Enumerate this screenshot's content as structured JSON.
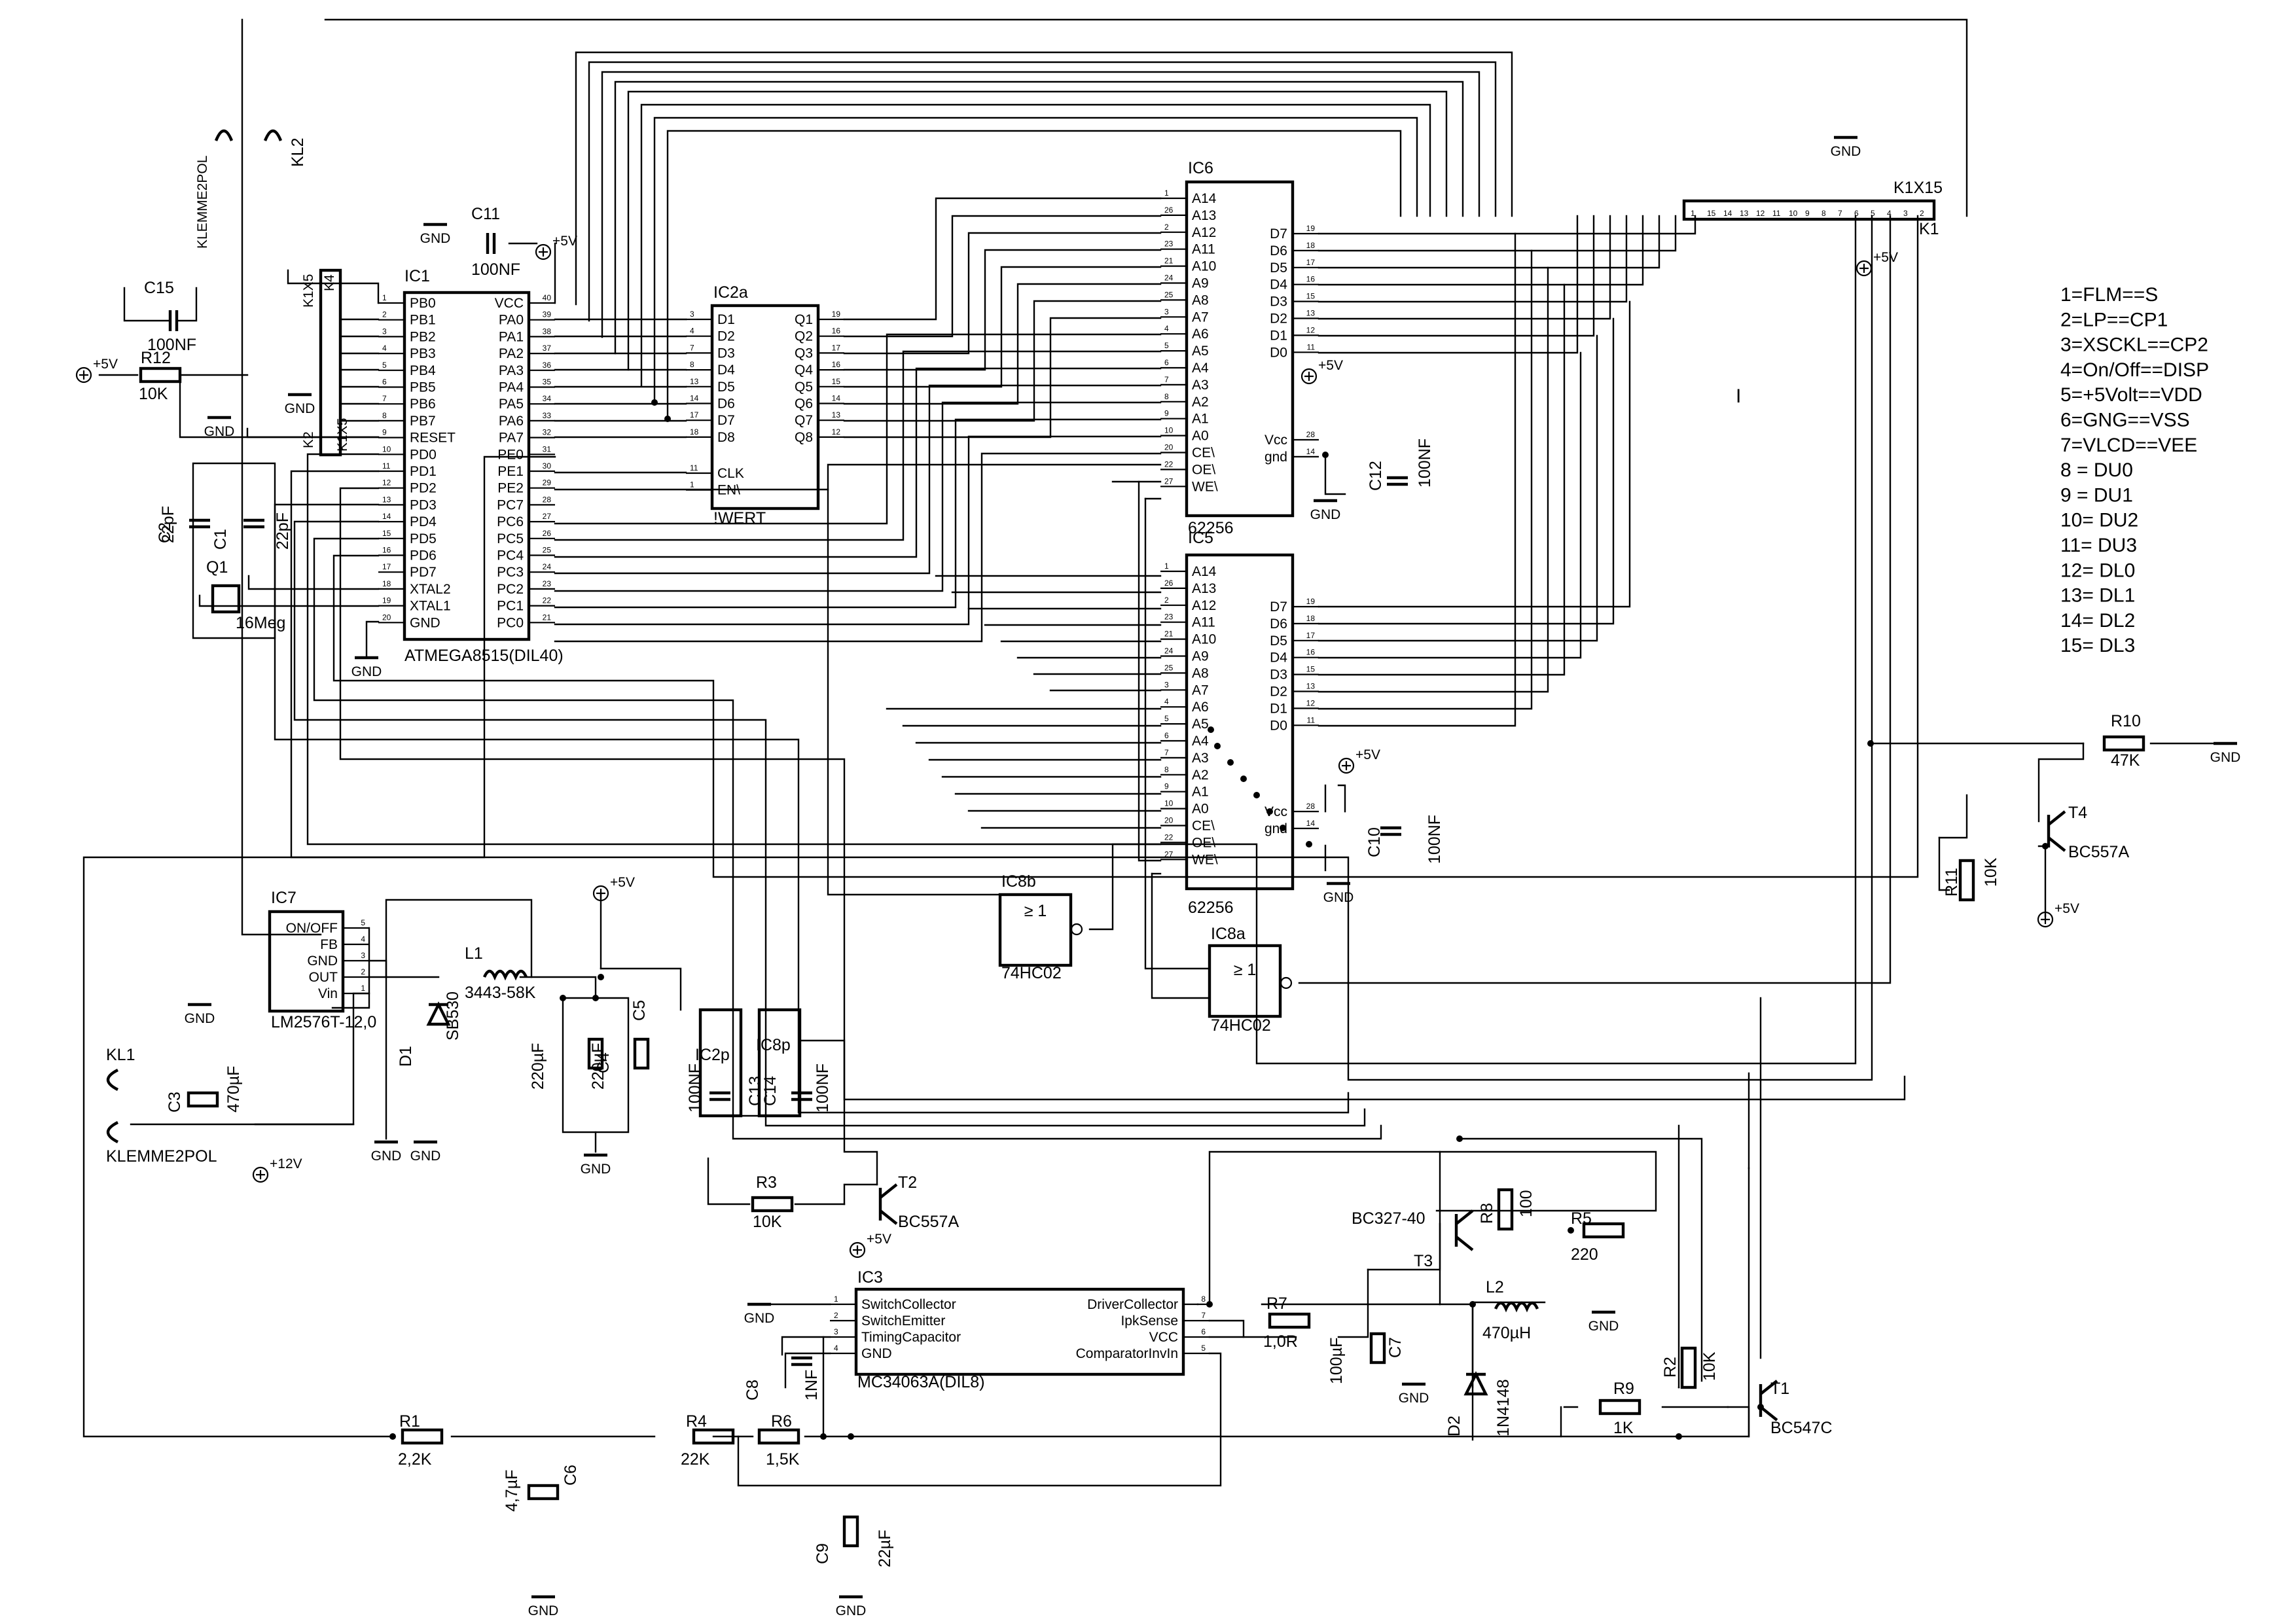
{
  "ics": {
    "ic1": {
      "ref": "IC1",
      "value": "ATMEGA8515(DIL40)",
      "left_pins": [
        [
          "PB0",
          "1"
        ],
        [
          "PB1",
          "2"
        ],
        [
          "PB2",
          "3"
        ],
        [
          "PB3",
          "4"
        ],
        [
          "PB4",
          "5"
        ],
        [
          "PB5",
          "6"
        ],
        [
          "PB6",
          "7"
        ],
        [
          "PB7",
          "8"
        ],
        [
          "RESET",
          "9"
        ],
        [
          "PD0",
          "10"
        ],
        [
          "PD1",
          "11"
        ],
        [
          "PD2",
          "12"
        ],
        [
          "PD3",
          "13"
        ],
        [
          "PD4",
          "14"
        ],
        [
          "PD5",
          "15"
        ],
        [
          "PD6",
          "16"
        ],
        [
          "PD7",
          "17"
        ],
        [
          "XTAL2",
          "18"
        ],
        [
          "XTAL1",
          "19"
        ],
        [
          "GND",
          "20"
        ]
      ],
      "right_pins": [
        [
          "VCC",
          "40"
        ],
        [
          "PA0",
          "39"
        ],
        [
          "PA1",
          "38"
        ],
        [
          "PA2",
          "37"
        ],
        [
          "PA3",
          "36"
        ],
        [
          "PA4",
          "35"
        ],
        [
          "PA5",
          "34"
        ],
        [
          "PA6",
          "33"
        ],
        [
          "PA7",
          "32"
        ],
        [
          "PE0",
          "31"
        ],
        [
          "PE1",
          "30"
        ],
        [
          "PE2",
          "29"
        ],
        [
          "PC7",
          "28"
        ],
        [
          "PC6",
          "27"
        ],
        [
          "PC5",
          "26"
        ],
        [
          "PC4",
          "25"
        ],
        [
          "PC3",
          "24"
        ],
        [
          "PC2",
          "23"
        ],
        [
          "PC1",
          "22"
        ],
        [
          "PC0",
          "21"
        ]
      ]
    },
    "ic2a": {
      "ref": "IC2a",
      "value": "!WERT",
      "left_pins": [
        [
          "D1",
          "3"
        ],
        [
          "D2",
          "4"
        ],
        [
          "D3",
          "7"
        ],
        [
          "D4",
          "8"
        ],
        [
          "D5",
          "13"
        ],
        [
          "D6",
          "14"
        ],
        [
          "D7",
          "17"
        ],
        [
          "D8",
          "18"
        ],
        [
          "CLK",
          "11"
        ],
        [
          "EN\\",
          "1"
        ]
      ],
      "right_pins": [
        [
          "Q1",
          "19"
        ],
        [
          "Q2",
          "16"
        ],
        [
          "Q3",
          "17"
        ],
        [
          "Q4",
          "16"
        ],
        [
          "Q5",
          "15"
        ],
        [
          "Q6",
          "14"
        ],
        [
          "Q7",
          "13"
        ],
        [
          "Q8",
          "12"
        ]
      ]
    },
    "ic6": {
      "ref": "IC6",
      "value": "62256",
      "left_pins": [
        [
          "A14",
          "1"
        ],
        [
          "A13",
          "26"
        ],
        [
          "A12",
          "2"
        ],
        [
          "A11",
          "23"
        ],
        [
          "A10",
          "21"
        ],
        [
          "A9",
          "24"
        ],
        [
          "A8",
          "25"
        ],
        [
          "A7",
          "3"
        ],
        [
          "A6",
          "4"
        ],
        [
          "A5",
          "5"
        ],
        [
          "A4",
          "6"
        ],
        [
          "A3",
          "7"
        ],
        [
          "A2",
          "8"
        ],
        [
          "A1",
          "9"
        ],
        [
          "A0",
          "10"
        ],
        [
          "CE\\",
          "20"
        ],
        [
          "OE\\",
          "22"
        ],
        [
          "WE\\",
          "27"
        ]
      ],
      "right_pins": [
        [
          "D7",
          "19"
        ],
        [
          "D6",
          "18"
        ],
        [
          "D5",
          "17"
        ],
        [
          "D4",
          "16"
        ],
        [
          "D3",
          "15"
        ],
        [
          "D2",
          "13"
        ],
        [
          "D1",
          "12"
        ],
        [
          "D0",
          "11"
        ],
        [
          "Vcc",
          "28"
        ],
        [
          "gnd",
          "14"
        ]
      ]
    },
    "ic5": {
      "ref": "IC5",
      "value": "62256",
      "left_pins": [
        [
          "A14",
          "1"
        ],
        [
          "A13",
          "26"
        ],
        [
          "A12",
          "2"
        ],
        [
          "A11",
          "23"
        ],
        [
          "A10",
          "21"
        ],
        [
          "A9",
          "24"
        ],
        [
          "A8",
          "25"
        ],
        [
          "A7",
          "3"
        ],
        [
          "A6",
          "4"
        ],
        [
          "A5",
          "5"
        ],
        [
          "A4",
          "6"
        ],
        [
          "A3",
          "7"
        ],
        [
          "A2",
          "8"
        ],
        [
          "A1",
          "9"
        ],
        [
          "A0",
          "10"
        ],
        [
          "CE\\",
          "20"
        ],
        [
          "OE\\",
          "22"
        ],
        [
          "WE\\",
          "27"
        ]
      ],
      "right_pins": [
        [
          "D7",
          "19"
        ],
        [
          "D6",
          "18"
        ],
        [
          "D5",
          "17"
        ],
        [
          "D4",
          "16"
        ],
        [
          "D3",
          "15"
        ],
        [
          "D2",
          "13"
        ],
        [
          "D1",
          "12"
        ],
        [
          "D0",
          "11"
        ],
        [
          "Vcc",
          "28"
        ],
        [
          "gnd",
          "14"
        ]
      ]
    },
    "ic7": {
      "ref": "IC7",
      "value": "LM2576T-12,0",
      "pins": [
        [
          "ON/OFF",
          "5"
        ],
        [
          "FB",
          "4"
        ],
        [
          "GND",
          "3"
        ],
        [
          "OUT",
          "2"
        ],
        [
          "Vin",
          "1"
        ]
      ]
    },
    "ic3": {
      "ref": "IC3",
      "value": "MC34063A(DIL8)",
      "left_pins": [
        [
          "SwitchCollector",
          "1"
        ],
        [
          "SwitchEmitter",
          "2"
        ],
        [
          "TimingCapacitor",
          "3"
        ],
        [
          "GND",
          "4"
        ]
      ],
      "right_pins": [
        [
          "DriverCollector",
          "8"
        ],
        [
          "IpkSense",
          "7"
        ],
        [
          "VCC",
          "6"
        ],
        [
          "ComparatorInvIn",
          "5"
        ]
      ]
    },
    "ic8b": {
      "ref": "IC8b",
      "value": "74HC02",
      "sym": "≥ 1"
    },
    "ic8a": {
      "ref": "IC8a",
      "value": "74HC02",
      "sym": "≥ 1"
    },
    "ic2p": {
      "ref": "IC2p"
    },
    "ic8p": {
      "ref": "IC8p"
    }
  },
  "connectors": {
    "k1x15": {
      "ref": "K1X15",
      "ref2": "K1",
      "pins": [
        "1",
        "15",
        "14",
        "13",
        "12",
        "11",
        "10",
        "9",
        "8",
        "7",
        "6",
        "5",
        "4",
        "3",
        "2"
      ]
    },
    "k1x5": {
      "ref": "K1X5",
      "ref2": "K4",
      "ref3": "K1X5",
      "ref4": "K2"
    },
    "kl1": {
      "ref": "KL1",
      "value": "KLEMME2POL"
    },
    "kl2": {
      "ref": "KL2",
      "value": "KLEMME2POL"
    }
  },
  "parts": {
    "c11": {
      "ref": "C11",
      "value": "100NF"
    },
    "c15": {
      "ref": "C15",
      "value": "100NF"
    },
    "r12": {
      "ref": "R12",
      "value": "10K"
    },
    "c2": {
      "ref": "C2",
      "value": "22pF"
    },
    "c1": {
      "ref": "C1",
      "value": "22pF"
    },
    "q1": {
      "ref": "Q1",
      "value": "16Meg"
    },
    "c12": {
      "ref": "C12",
      "value": "100NF"
    },
    "c10": {
      "ref": "C10",
      "value": "100NF"
    },
    "r10": {
      "ref": "R10",
      "value": "47K"
    },
    "r11": {
      "ref": "R11",
      "value": "10K"
    },
    "t4": {
      "ref": "T4",
      "value": "BC557A"
    },
    "l1": {
      "ref": "L1",
      "value": "3443-58K"
    },
    "d1": {
      "ref": "D1",
      "value": "SB530"
    },
    "c4": {
      "ref": "C4",
      "value": "220µF"
    },
    "c5": {
      "ref": "C5",
      "value": "220µF"
    },
    "c13": {
      "ref": "C13",
      "value": "100NF"
    },
    "c14": {
      "ref": "C14",
      "value": "100NF"
    },
    "c3": {
      "ref": "C3",
      "value": "470µF"
    },
    "r3": {
      "ref": "R3",
      "value": "10K"
    },
    "t2": {
      "ref": "T2",
      "value": "BC557A"
    },
    "r8": {
      "ref": "R8",
      "value": "100"
    },
    "r5": {
      "ref": "R5",
      "value": "220"
    },
    "t3": {
      "ref": "T3",
      "value": "BC327-40"
    },
    "r7": {
      "ref": "R7",
      "value": "1,0R"
    },
    "c7": {
      "ref": "C7",
      "value": "100µF"
    },
    "c8": {
      "ref": "C8",
      "value": "1NF"
    },
    "l2": {
      "ref": "L2",
      "value": "470µH"
    },
    "d2": {
      "ref": "D2",
      "value": "1N4148"
    },
    "r2": {
      "ref": "R2",
      "value": "10K"
    },
    "r9": {
      "ref": "R9",
      "value": "1K"
    },
    "t1": {
      "ref": "T1",
      "value": "BC547C"
    },
    "r1": {
      "ref": "R1",
      "value": "2,2K"
    },
    "r4": {
      "ref": "R4",
      "value": "22K"
    },
    "r6": {
      "ref": "R6",
      "value": "1,5K"
    },
    "c6": {
      "ref": "C6",
      "value": "4,7µF"
    },
    "c9": {
      "ref": "C9",
      "value": "22µF"
    }
  },
  "nets": {
    "gnd": "GND",
    "p5v": "+5V",
    "p12v": "+12V"
  },
  "legend": [
    "1=FLM==S",
    "2=LP==CP1",
    "3=XSCKL==CP2",
    "4=On/Off==DISP",
    "5=+5Volt==VDD",
    "6=GNG==VSS",
    "7=VLCD==VEE",
    "8  = DU0",
    "9  = DU1",
    "10= DU2",
    "11= DU3",
    "12= DL0",
    "13= DL1",
    "14= DL2",
    "15= DL3"
  ],
  "misc": {
    "mark": "I"
  }
}
